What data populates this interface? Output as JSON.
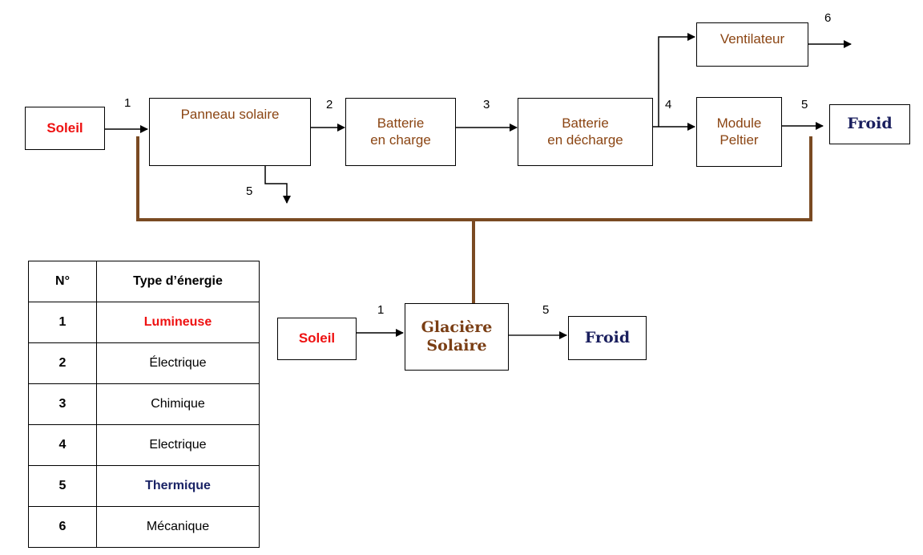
{
  "colors": {
    "brown_bus": "#7a4a22",
    "label_brown": "#8b4513",
    "sun_red": "#ee1111",
    "cold_navy": "#1a1f5e"
  },
  "chain": {
    "soleil": "Soleil",
    "panneau": "Panneau solaire",
    "batterie_charge": "Batterie\nen charge",
    "batterie_decharge": "Batterie\nen décharge",
    "ventilateur": "Ventilateur",
    "peltier": "Module\nPeltier",
    "froid": "Froid",
    "n1": "1",
    "n2": "2",
    "n3": "3",
    "n4": "4",
    "n5_out": "5",
    "n5_loss": "5",
    "n6": "6"
  },
  "summary": {
    "soleil": "Soleil",
    "glaciere": "Glacière\nSolaire",
    "froid": "Froid",
    "n1": "1",
    "n5": "5"
  },
  "legend": {
    "header_num": "N°",
    "header_type": "Type d’énergie",
    "rows": [
      {
        "num": "1",
        "type": "Lumineuse"
      },
      {
        "num": "2",
        "type": "Électrique"
      },
      {
        "num": "3",
        "type": "Chimique"
      },
      {
        "num": "4",
        "type": "Electrique"
      },
      {
        "num": "5",
        "type": "Thermique"
      },
      {
        "num": "6",
        "type": "Mécanique"
      }
    ]
  }
}
